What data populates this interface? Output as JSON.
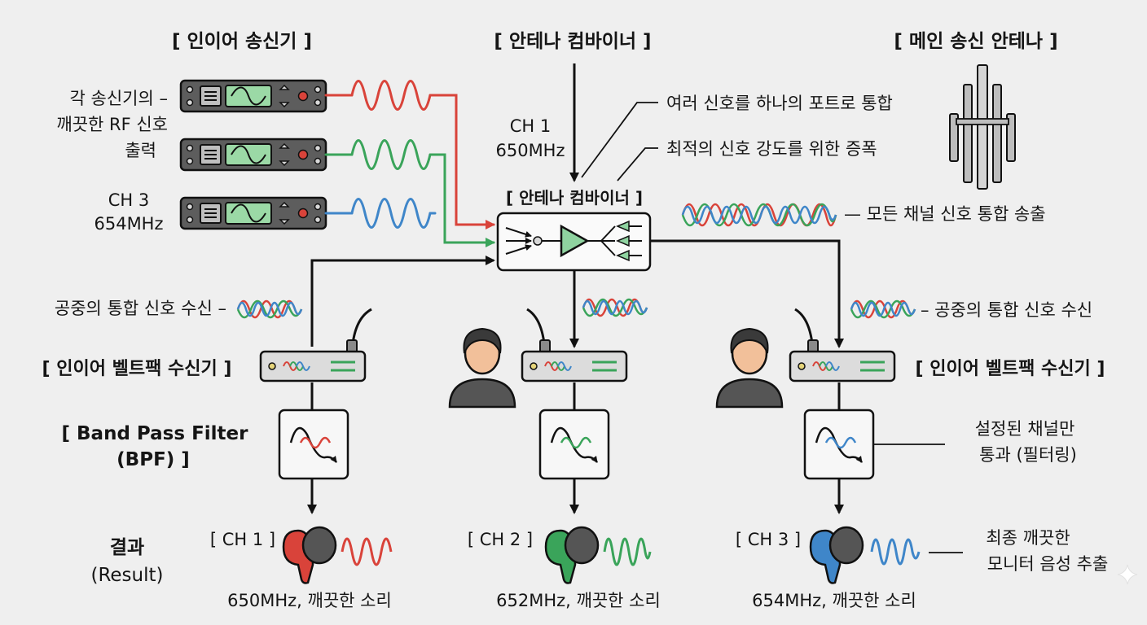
{
  "colors": {
    "background": "#efefef",
    "ch1_red": "#d9433a",
    "ch2_green": "#3aa45a",
    "ch3_blue": "#3f86c9",
    "amp_green": "#8fd3a0",
    "device_gray": "#5d5d5d",
    "screen_green": "#9bd9a6",
    "skin": "#f2c09a",
    "hair": "#3a3a3a"
  },
  "headers": {
    "transmitters": "[ 인이어 송신기 ]",
    "combiner_top": "[ 안테나 컴바이너 ]",
    "main_antenna": "[ 메인 송신 안테나 ]",
    "combiner_box": "[ 안테나 컴바이너 ]"
  },
  "labels": {
    "tx_output": [
      "각 송신기의 –",
      "깨끗한 RF 신호",
      "출력"
    ],
    "ch3_tx": [
      "CH 3",
      "654MHz"
    ],
    "ch1_tx": [
      "CH 1",
      "650MHz"
    ],
    "combine_ports": "여러 신호를 하나의 포트로 통합",
    "amplify": "최적의 신호 강도를 위한 증폭",
    "broadcast": "— 모든 채널 신호 통합 송출",
    "receive_left": "공중의 통합 신호 수신 –",
    "receive_right": "– 공중의 통합 신호 수신",
    "beltpack_left": "[ 인이어 벨트팩 수신기 ]",
    "beltpack_right": "[ 인이어 벨트팩 수신기 ]",
    "bpf": [
      "[ Band Pass Filter",
      "(BPF) ]"
    ],
    "filter_desc": [
      "설정된 채널만",
      "통과 (필터링)"
    ],
    "result": [
      "결과",
      "(Result)"
    ],
    "final_desc": [
      "최종 깨끗한",
      "모니터 음성 추출"
    ]
  },
  "results": [
    {
      "channel": "[ CH 1 ]",
      "desc": "650MHz, 깨끗한 소리"
    },
    {
      "channel": "[ CH 2 ]",
      "desc": "652MHz, 깨끗한 소리"
    },
    {
      "channel": "[ CH 3 ]",
      "desc": "654MHz, 깨끗한 소리"
    }
  ]
}
